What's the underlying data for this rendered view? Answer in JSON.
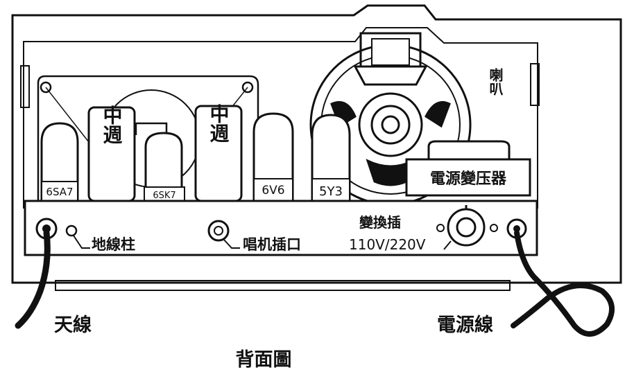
{
  "diagram": {
    "caption": "背面圖",
    "tubes": {
      "t1": "6SA7",
      "t2": "6SK7",
      "t3": "6V6",
      "t4": "5Y3"
    },
    "if_transformers": {
      "left": "中週",
      "right": "中週"
    },
    "speaker_label": "喇叭",
    "power_transformer": "電源變压器",
    "panel": {
      "ground_terminal": "地線柱",
      "phono_jack": "唱机插口",
      "voltage_selector": "變換插",
      "voltage_values": "110V/220V"
    },
    "wires": {
      "antenna": "天線",
      "power_cord": "電源線"
    },
    "colors": {
      "ink": "#111111",
      "paper": "#ffffff"
    }
  }
}
